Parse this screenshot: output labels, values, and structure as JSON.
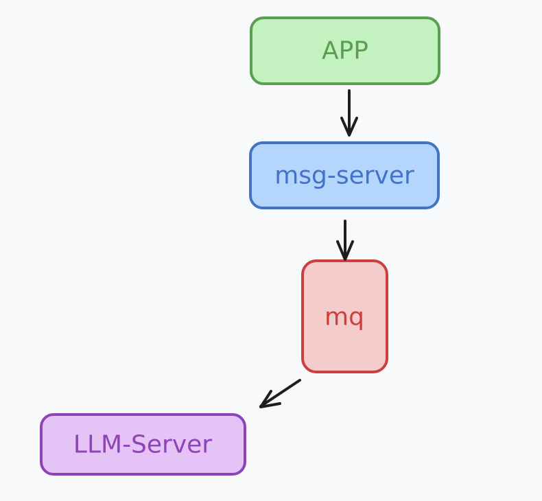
{
  "nodes": {
    "app": {
      "label": "APP",
      "fill": "#c3f1c0",
      "stroke": "#5a9e4f",
      "text_color": "#5a9e4f"
    },
    "msg_server": {
      "label": "msg-server",
      "fill": "#b5d6fc",
      "stroke": "#4472c4",
      "text_color": "#4472c4"
    },
    "mq": {
      "label": "mq",
      "fill": "#f4cccc",
      "stroke": "#c9403e",
      "text_color": "#c9403e"
    },
    "llm_server": {
      "label": "LLM-Server",
      "fill": "#e5c3f7",
      "stroke": "#8e44b5",
      "text_color": "#8e44b5"
    }
  },
  "edges": [
    {
      "from": "APP",
      "to": "msg-server"
    },
    {
      "from": "msg-server",
      "to": "mq"
    },
    {
      "from": "mq",
      "to": "LLM-Server"
    }
  ]
}
